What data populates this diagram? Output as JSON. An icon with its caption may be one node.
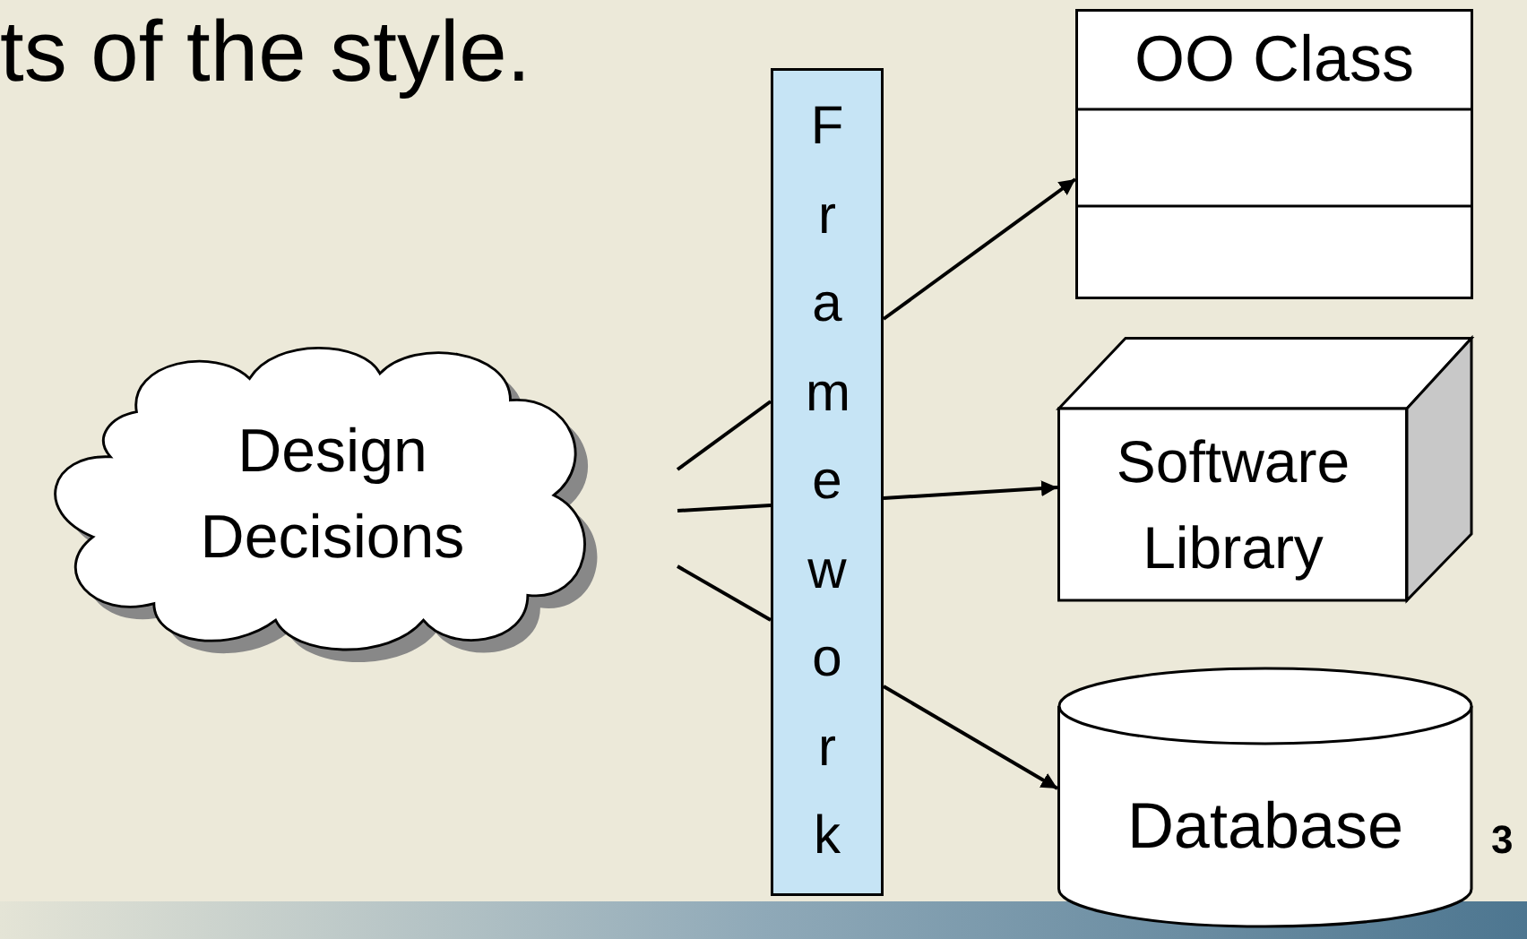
{
  "diagram": {
    "nodes": [
      {
        "text": [
          "Design Decisions"
        ]
      },
      {
        "text": [
          "Framework"
        ]
      },
      {
        "text": [
          "OO Class"
        ]
      },
      {
        "text": [
          "Software Library"
        ]
      },
      {
        "text": [
          "Database"
        ]
      }
    ],
    "edges": [
      {
        "from": 0,
        "to": 1,
        "arrow": "none"
      },
      {
        "from": 0,
        "to": 1,
        "arrow": "none"
      },
      {
        "from": 0,
        "to": 1,
        "arrow": "none"
      },
      {
        "from": 1,
        "to": 2,
        "arrow": "to"
      },
      {
        "from": 1,
        "to": 3,
        "arrow": "to"
      },
      {
        "from": 1,
        "to": 4,
        "arrow": "to"
      }
    ],
    "labels": [
      "ts of the style.",
      "3"
    ]
  }
}
